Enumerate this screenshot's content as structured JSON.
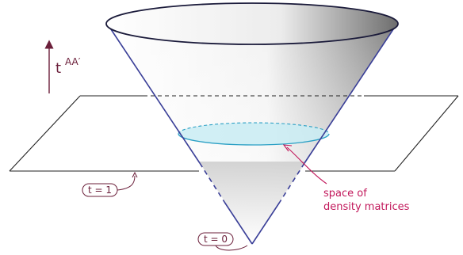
{
  "axis": {
    "label": "t",
    "superscript": "AA′"
  },
  "labels": {
    "t_eq_1": "t = 1",
    "t_eq_0": "t = 0",
    "region_line1": "space of",
    "region_line2": "density matrices"
  },
  "colors": {
    "cone_edge": "#3a3f98",
    "plane_edge": "#222222",
    "label_color": "#6b1f3a",
    "annotation_pink": "#c2185b",
    "disc_fill": "#c9ecf3",
    "disc_edge": "#2a9fc4"
  }
}
